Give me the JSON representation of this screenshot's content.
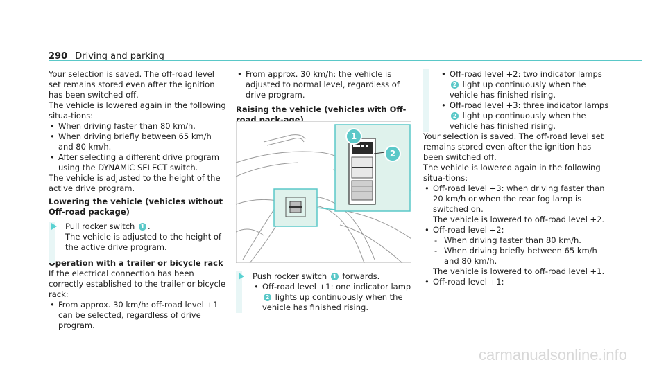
{
  "header": {
    "page_number": "290",
    "section": "Driving and parking"
  },
  "col1": {
    "p1": "Your selection is saved. The off-road level set remains stored even after the ignition has been switched off.",
    "p2": "The vehicle is lowered again in the following situa-tions:",
    "bullets": [
      "When driving faster than 80 km/h.",
      "When driving briefly between 65 km/h and 80 km/h.",
      "After selecting a different drive program using the DYNAMIC SELECT switch."
    ],
    "p3": "The vehicle is adjusted to the height of the active drive program.",
    "h1": "Lowering the vehicle (vehicles without Off-road package)",
    "step1_a": "Pull rocker switch",
    "step1_num": "1",
    "step1_b": ".",
    "step1_c": "The vehicle is adjusted to the height of the active drive program.",
    "h2": "Operation with a trailer or bicycle rack",
    "p4": "If the electrical connection has been correctly established to the trailer or bicycle rack:",
    "bullet_last": "From approx. 30 km/h: off-road level +1 can be selected, regardless of drive program."
  },
  "col2": {
    "bullet1": "From approx. 30 km/h: the vehicle is adjusted to normal level, regardless of drive program.",
    "h1": "Raising the vehicle (vehicles with Off-road pack-age)",
    "callout1": "1",
    "callout2": "2",
    "step_a": "Push rocker switch",
    "step_num": "1",
    "step_b": "forwards.",
    "sub_a": "Off-road level +1: one indicator lamp",
    "sub_num": "2",
    "sub_b": "lights up continuously when the vehicle has finished rising."
  },
  "col3": {
    "b1_a": "Off-road level +2: two indicator lamps",
    "b1_num": "2",
    "b1_b": "light up continuously when the vehicle has finished rising.",
    "b2_a": "Off-road level +3: three indicator lamps",
    "b2_num": "2",
    "b2_b": "light up continuously when the vehicle has finished rising.",
    "p1": "Your selection is saved. The off-road level set remains stored even after the ignition has been switched off.",
    "p2": "The vehicle is lowered again in the following situa-tions:",
    "b3": "Off-road level +3: when driving faster than 20 km/h or when the rear fog lamp is switched on.",
    "b3_sub": "The vehicle is lowered to off-road level +2.",
    "b4": "Off-road level +2:",
    "dashes": [
      "When driving faster than 80 km/h.",
      "When driving briefly between 65 km/h and 80 km/h."
    ],
    "b4_sub": "The vehicle is lowered to off-road level +1.",
    "b5": "Off-road level +1:"
  },
  "footer": {
    "watermark": "carmanualsonline.info"
  },
  "colors": {
    "accent": "#5ac8c8",
    "highlight": "#e8f6f6"
  }
}
